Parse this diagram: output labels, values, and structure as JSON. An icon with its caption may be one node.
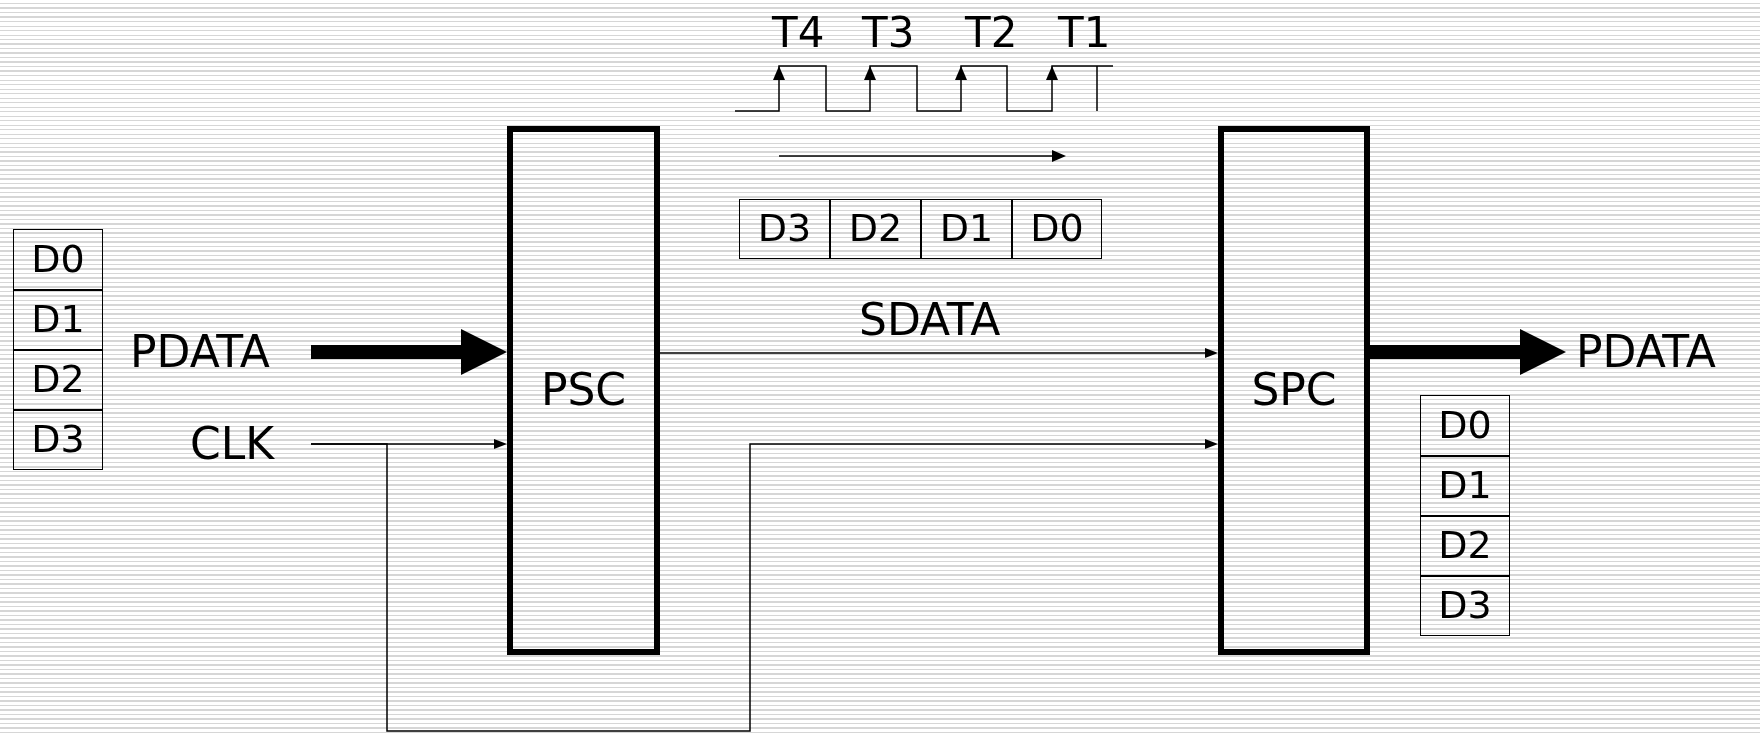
{
  "diagram": {
    "nodes": [
      {
        "text": [
          "D0"
        ]
      },
      {
        "text": [
          "D1"
        ]
      },
      {
        "text": [
          "D2"
        ]
      },
      {
        "text": [
          "D3"
        ]
      },
      {
        "text": [
          "PDATA"
        ]
      },
      {
        "text": [
          "CLK"
        ]
      },
      {
        "text": [
          "PSC"
        ]
      },
      {
        "text": [
          "SPC"
        ]
      },
      {
        "text": [
          "PDATA"
        ]
      },
      {
        "text": [
          "D3"
        ]
      },
      {
        "text": [
          "D2"
        ]
      },
      {
        "text": [
          "D1"
        ]
      },
      {
        "text": [
          "D0"
        ]
      },
      {
        "text": [
          "D0"
        ]
      },
      {
        "text": [
          "D1"
        ]
      },
      {
        "text": [
          "D2"
        ]
      },
      {
        "text": [
          "D3"
        ]
      }
    ],
    "edges": [
      {
        "from": 4,
        "to": 6,
        "arrow": "to",
        "style": "thick"
      },
      {
        "from": 5,
        "to": 6,
        "arrow": "to"
      },
      {
        "from": 5,
        "to": 7,
        "arrow": "to"
      },
      {
        "from": 6,
        "to": 7,
        "arrow": "to",
        "label": "SDATA"
      },
      {
        "from": 7,
        "to": 8,
        "arrow": "to",
        "style": "thick"
      }
    ],
    "labels": [
      "T4",
      "T3",
      "T2",
      "T1"
    ]
  }
}
